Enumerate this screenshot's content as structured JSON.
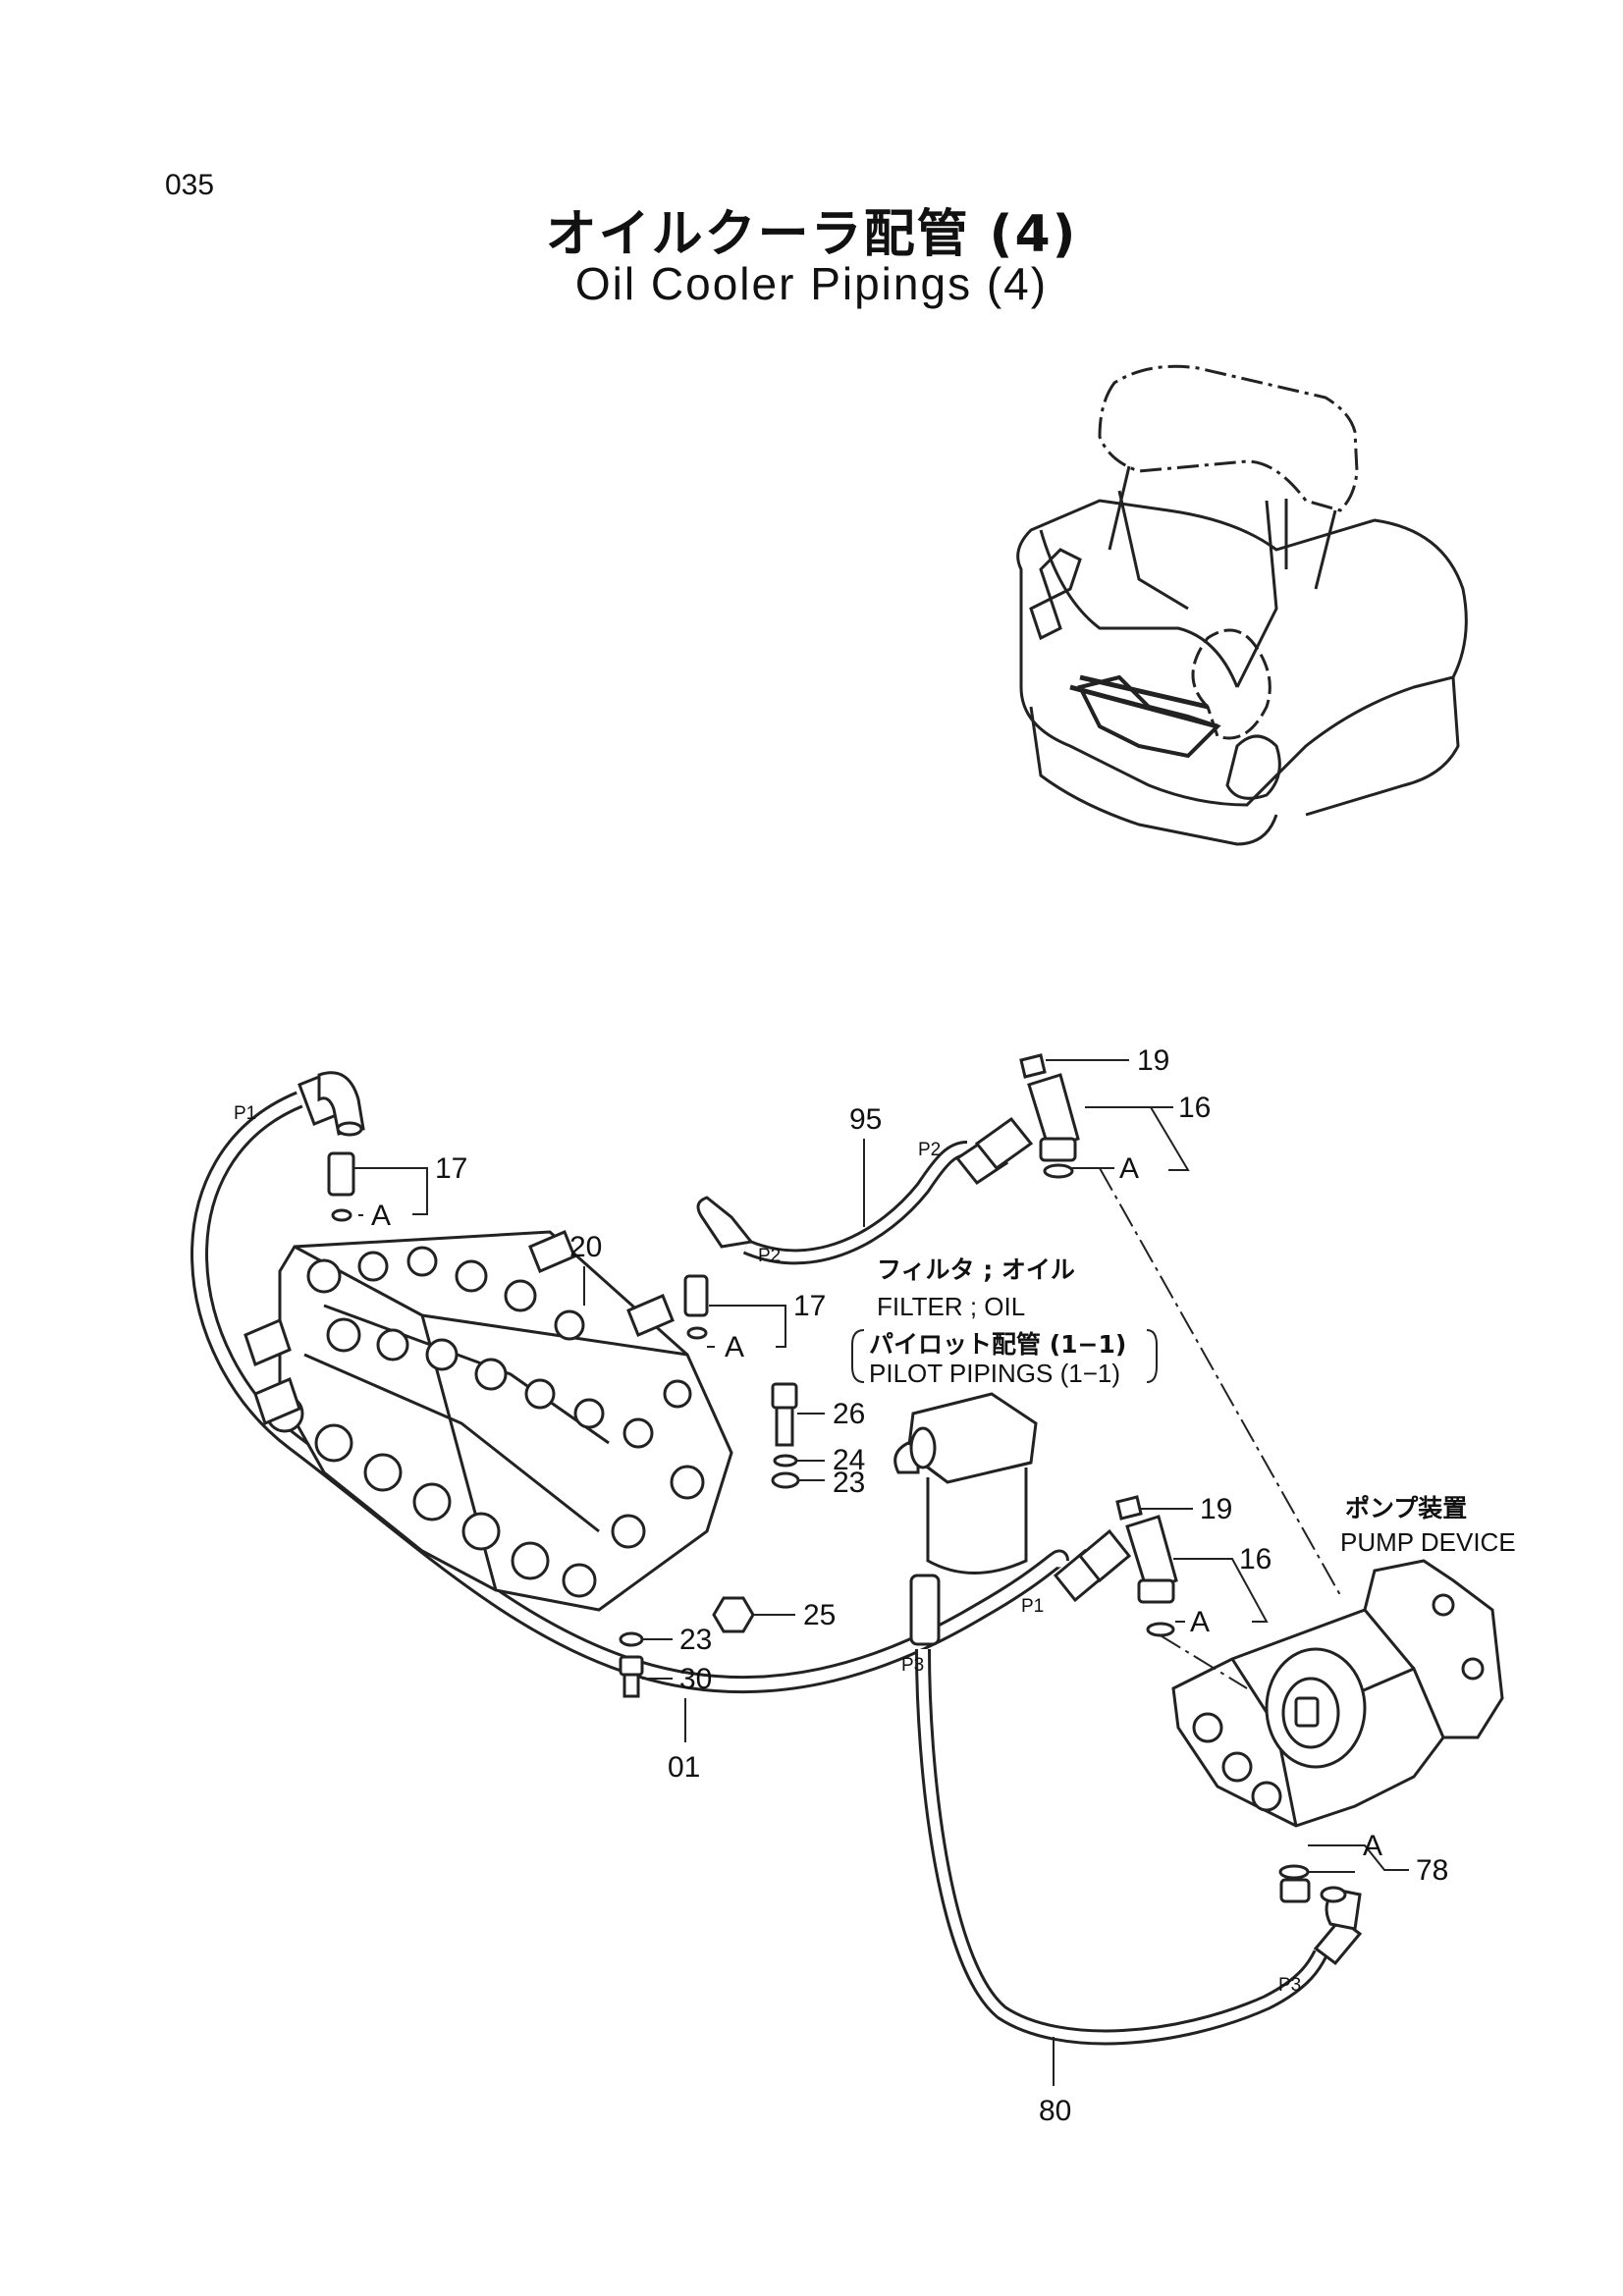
{
  "page": {
    "number": "035",
    "title_ja": "オイルクーラ配管 (4)",
    "title_en": "Oil Cooler Pipings (4)"
  },
  "callouts": [
    "19",
    "16",
    "95",
    "17",
    "20",
    "17",
    "26",
    "24",
    "23",
    "19",
    "16",
    "25",
    "23",
    "30",
    "01",
    "78",
    "80"
  ],
  "tag_a": "A",
  "pipe_tags": {
    "p1": "P1",
    "p2": "P2",
    "p3": "P3"
  },
  "notes": {
    "filter_ja": "フィルタ ; オイル",
    "filter_en": "FILTER ; OIL",
    "pilot_ja": "パイロット配管 (1−1)",
    "pilot_en": "PILOT PIPINGS (1−1)",
    "pump_ja": "ポンプ装置",
    "pump_en": "PUMP DEVICE"
  }
}
